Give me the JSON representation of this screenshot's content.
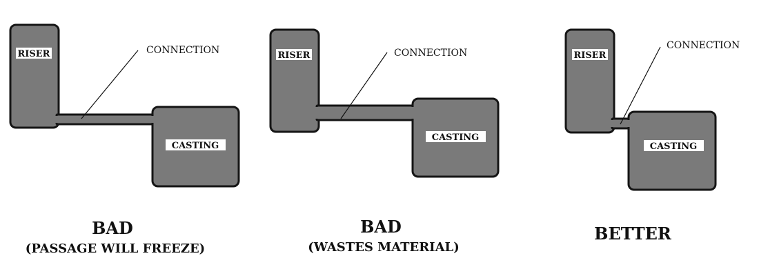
{
  "panels": [
    {
      "riser_label": "RISER",
      "casting_label": "CASTING",
      "connection_label": "CONNECTION",
      "verdict": "BAD",
      "reason": "(PASSAGE WILL FREEZE)"
    },
    {
      "riser_label": "RISER",
      "casting_label": "CASTING",
      "connection_label": "CONNECTION",
      "verdict": "BAD",
      "reason": "(WASTES MATERIAL)"
    },
    {
      "riser_label": "RISER",
      "casting_label": "CASTING",
      "connection_label": "CONNECTION",
      "verdict": "BETTER",
      "reason": ""
    }
  ],
  "colors": {
    "shape_fill": "#7a7a7a",
    "outline": "#151515",
    "label_background": "#ffffff"
  }
}
